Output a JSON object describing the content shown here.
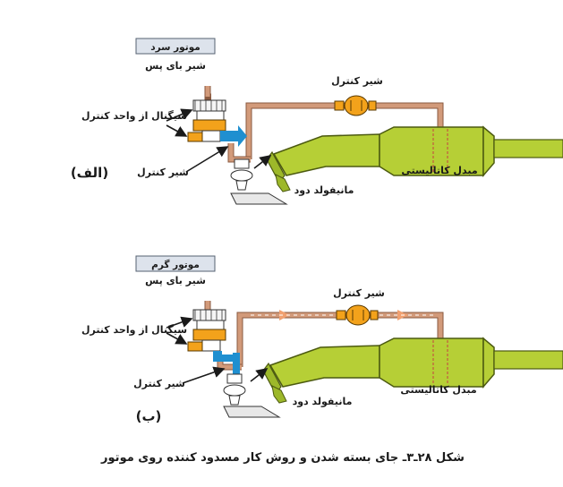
{
  "colors": {
    "pipe": "#d29a7a",
    "pipe_edge": "#8a5a40",
    "manifold": "#b6cf36",
    "manifold_edge": "#4c5a10",
    "valve_orange": "#f3a21b",
    "flow_blue": "#1f8fd0",
    "label_box_bg": "#dde3ec",
    "label_box_edge": "#556070"
  },
  "panel_a": {
    "mode_label": "موتور سرد",
    "bypass_valve": "شیر بای پس",
    "signal": "سیگنال از واحد کنترل",
    "control_valve_left": "شیر کنترل",
    "control_valve_top": "شیر کنترل",
    "manifold": "مانیفولد دود",
    "converter": "مبدل کاتالیستی",
    "panel_label": "(الف)"
  },
  "panel_b": {
    "mode_label": "موتور گرم",
    "bypass_valve": "شیر بای پس",
    "signal": "سیگنال از واحد کنترل",
    "control_valve_left": "شیر کنترل",
    "control_valve_top": "شیر کنترل",
    "manifold": "مانیفولد دود",
    "converter": "مبدل کاتالیستی",
    "panel_label": "(ب)"
  },
  "caption": "شکل ۲۸ـ۳ـ جای بسته شدن و روش کار مسدود کننده روی موتور"
}
